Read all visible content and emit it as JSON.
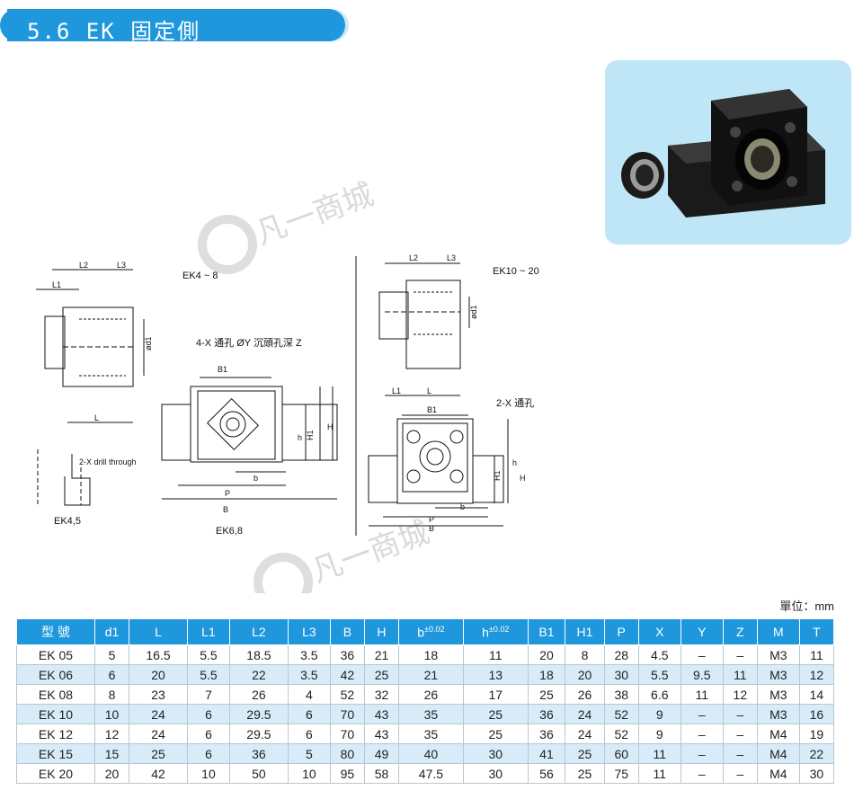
{
  "header": {
    "title": "5.6 EK 固定側"
  },
  "drawings": {
    "label_ek4_8": "EK4 ~ 8",
    "label_ek10_20": "EK10 ~ 20",
    "label_ek45": "EK4,5",
    "label_ek68": "EK6,8",
    "note_4x": "4-X 通孔 ØY 沉頭孔深 Z",
    "note_2x": "2-X 通孔",
    "note_drill": "2-X drill through",
    "dim": {
      "L": "L",
      "L1": "L1",
      "L2": "L2",
      "L3": "L3",
      "B": "B",
      "B1": "B1",
      "P": "P",
      "b": "b",
      "h": "h",
      "H": "H",
      "H1": "H1",
      "d1": "ød1"
    },
    "watermark": "凡一商城"
  },
  "table": {
    "unit": "單位：mm",
    "headers": [
      "型 號",
      "d1",
      "L",
      "L1",
      "L2",
      "L3",
      "B",
      "H",
      "b",
      "h",
      "B1",
      "H1",
      "P",
      "X",
      "Y",
      "Z",
      "M",
      "T"
    ],
    "tolerance": "±0.02",
    "rows": [
      [
        "EK 05",
        "5",
        "16.5",
        "5.5",
        "18.5",
        "3.5",
        "36",
        "21",
        "18",
        "11",
        "20",
        "8",
        "28",
        "4.5",
        "–",
        "–",
        "M3",
        "11"
      ],
      [
        "EK 06",
        "6",
        "20",
        "5.5",
        "22",
        "3.5",
        "42",
        "25",
        "21",
        "13",
        "18",
        "20",
        "30",
        "5.5",
        "9.5",
        "11",
        "M3",
        "12"
      ],
      [
        "EK 08",
        "8",
        "23",
        "7",
        "26",
        "4",
        "52",
        "32",
        "26",
        "17",
        "25",
        "26",
        "38",
        "6.6",
        "11",
        "12",
        "M3",
        "14"
      ],
      [
        "EK 10",
        "10",
        "24",
        "6",
        "29.5",
        "6",
        "70",
        "43",
        "35",
        "25",
        "36",
        "24",
        "52",
        "9",
        "–",
        "–",
        "M3",
        "16"
      ],
      [
        "EK 12",
        "12",
        "24",
        "6",
        "29.5",
        "6",
        "70",
        "43",
        "35",
        "25",
        "36",
        "24",
        "52",
        "9",
        "–",
        "–",
        "M4",
        "19"
      ],
      [
        "EK 15",
        "15",
        "25",
        "6",
        "36",
        "5",
        "80",
        "49",
        "40",
        "30",
        "41",
        "25",
        "60",
        "11",
        "–",
        "–",
        "M4",
        "22"
      ],
      [
        "EK 20",
        "20",
        "42",
        "10",
        "50",
        "10",
        "95",
        "58",
        "47.5",
        "30",
        "56",
        "25",
        "75",
        "11",
        "–",
        "–",
        "M4",
        "30"
      ]
    ]
  }
}
